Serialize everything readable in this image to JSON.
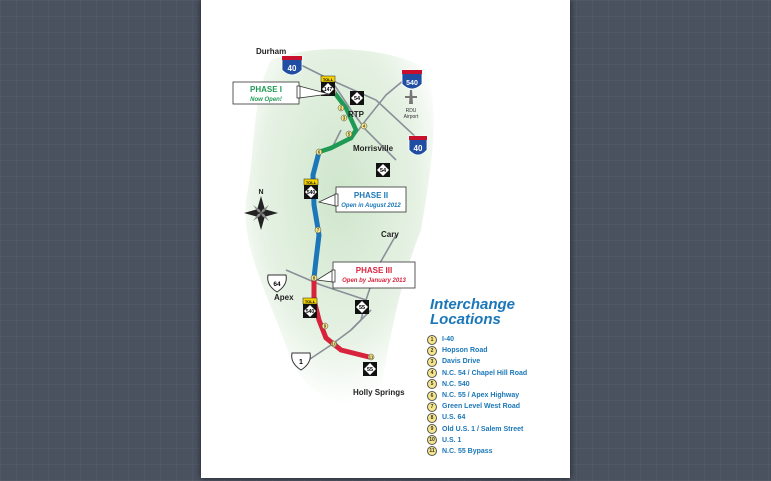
{
  "cities": {
    "durham": "Durham",
    "rtp": "RTP",
    "morrisville": "Morrisville",
    "cary": "Cary",
    "apex": "Apex",
    "holly_springs": "Holly Springs",
    "rdu": "RDU",
    "airport": "Airport"
  },
  "shields": {
    "i40": "40",
    "i540": "540",
    "toll": "TOLL",
    "nc147": "147",
    "nc54": "54",
    "nc540": "540",
    "us64": "64",
    "nc55": "55",
    "us1": "1"
  },
  "compass": {
    "north": "N"
  },
  "phases": [
    {
      "title": "PHASE I",
      "subtitle": "Now Open!",
      "color": "#1f9a55"
    },
    {
      "title": "PHASE II",
      "subtitle": "Open in August 2012",
      "color": "#1b77b8"
    },
    {
      "title": "PHASE III",
      "subtitle": "Open by January 2013",
      "color": "#d7233b"
    }
  ],
  "legend": {
    "title_line1": "Interchange",
    "title_line2": "Locations",
    "items": [
      {
        "num": "1",
        "label": "I-40"
      },
      {
        "num": "2",
        "label": "Hopson Road"
      },
      {
        "num": "3",
        "label": "Davis Drive"
      },
      {
        "num": "4",
        "label": "N.C. 54 / Chapel Hill Road"
      },
      {
        "num": "5",
        "label": "N.C. 540"
      },
      {
        "num": "6",
        "label": "N.C. 55 / Apex Highway"
      },
      {
        "num": "7",
        "label": "Green Level West Road"
      },
      {
        "num": "8",
        "label": "U.S. 64"
      },
      {
        "num": "9",
        "label": "Old U.S. 1 / Salem Street"
      },
      {
        "num": "10",
        "label": "U.S. 1"
      },
      {
        "num": "11",
        "label": "N.C. 55 Bypass"
      }
    ]
  },
  "colors": {
    "phase1": "#1f9a55",
    "phase2": "#1b77b8",
    "phase3": "#d7233b",
    "land": "#dfeedd",
    "interstate_blue": "#1f4ea3",
    "interstate_red": "#c8102e"
  }
}
